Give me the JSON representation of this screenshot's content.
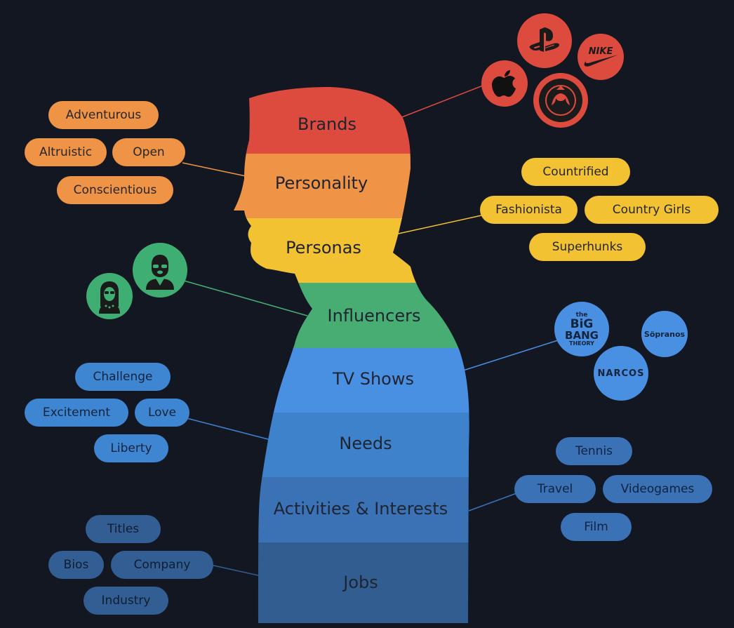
{
  "colors": {
    "background": "#131722",
    "brands": "#dc4b3e",
    "personality": "#ef9446",
    "personas": "#f2c233",
    "influencers": "#48ad73",
    "tv_shows": "#4a90e2",
    "needs": "#3e82cc",
    "activities": "#3a72b5",
    "jobs": "#325d91"
  },
  "sections": {
    "brands": "Brands",
    "personality": "Personality",
    "personas": "Personas",
    "influencers": "Influencers",
    "tv_shows": "TV Shows",
    "needs": "Needs",
    "activities": "Activities & Interests",
    "jobs": "Jobs"
  },
  "personality_traits": [
    "Adventurous",
    "Altruistic",
    "Open",
    "Conscientious"
  ],
  "personas": [
    "Countrified",
    "Fashionista",
    "Country Girls",
    "Superhunks"
  ],
  "needs": [
    "Challenge",
    "Excitement",
    "Love",
    "Liberty"
  ],
  "activities": [
    "Tennis",
    "Travel",
    "Videogames",
    "Film"
  ],
  "jobs": [
    "Titles",
    "Bios",
    "Company",
    "Industry"
  ],
  "brand_logos": {
    "nike": "NIKE",
    "playstation": "playstation-logo",
    "apple": "apple-logo",
    "starbucks": "starbucks-logo"
  },
  "tv_logos": {
    "bbt_the": "the",
    "bbt_big": "BiG",
    "bbt_bang": "BANG",
    "bbt_theory": "THEORY",
    "sopranos": "Söpranos",
    "narcos": "NARCOS"
  }
}
